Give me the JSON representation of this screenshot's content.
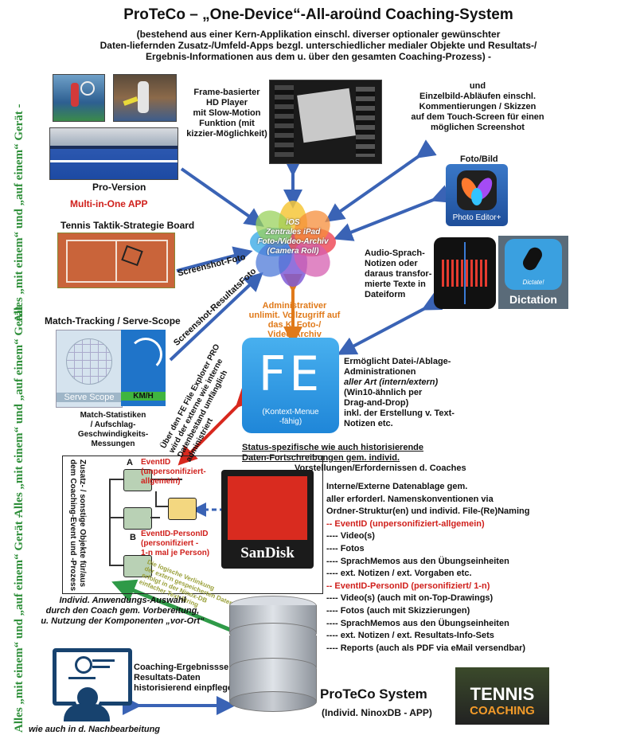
{
  "title": "ProTeCo – „One-Device“-All-aroünd Coaching-System",
  "subtitle": [
    "(bestehend aus einer Kern-Applikation einschl. diverser optionaler gewünschter",
    "Daten-liefernden Zusatz-/Umfeld-Apps bezgl. unterschiedlicher medialer Objekte und Resultats-/",
    "Ergebnis-Informationen aus dem u. über den gesamten Coaching-Prozess) -"
  ],
  "side_text": {
    "right": "Alles „mit einem“ und „auf einem“ Gerät",
    "left_top": "Alles „mit einem“ und „auf einem“ Gerät -",
    "left_bottom": "Alles „mit einem“ und „auf einem“ Gerät -"
  },
  "frame_player": [
    "Frame-basierter",
    "HD Player",
    "mit Slow-Motion",
    "Funktion (mit",
    "kizzier-Möglichkeit)"
  ],
  "single_frame": [
    "und",
    "Einzelbild-Abläufen einschl.",
    "Kommentierungen / Skizzen",
    "auf dem Touch-Screen für einen",
    "möglichen Screenshot"
  ],
  "pro_version": "Pro-Version",
  "multi_app": "Multi-in-One APP",
  "foto_bild": "Foto/Bild",
  "photo_editor": "Photo Editor+",
  "ipad_archive": [
    "iOS",
    "Zentrales iPad",
    "Foto-/Video-Archiv",
    "(Camera Roll)"
  ],
  "tactic_board": "Tennis Taktik-Strategie Board",
  "screenshot_foto": "Screenshot-Foto",
  "screenshot_results": "Screenshot-ResultatsFoto",
  "audio": [
    "Audio-Sprach-",
    "Notizen oder",
    "daraus transfor-",
    "mierte Texte in",
    "Dateiform"
  ],
  "dictation": "Dictation",
  "dictation_small": "Dictate!",
  "admin": [
    "Administrativer",
    "unlimit. Vollzugriff auf",
    "das KI Foto-/",
    "Video-Archiv"
  ],
  "match_tracking": "Match-Tracking / Serve-Scope",
  "serve_scope": "Serve Scope",
  "kmh": "KM/H",
  "match_stats": [
    "Match-Statistiken",
    "/ Aufschlag-",
    "Geschwindigkeits-",
    "Messungen"
  ],
  "fe_logo": "FE",
  "fe_caption": [
    "(Kontext-Menue",
    "-fähig)"
  ],
  "fe_explorer": [
    "Über den FE File Explorer PRO",
    "wird der externe wie interne",
    "Datenbestand umfänglich",
    "administriert"
  ],
  "fe_desc": [
    "Ermöglicht Datei-/Ablage-",
    "Administrationen",
    "aller Art (intern/extern)",
    "(Win10-ähnlich per",
    "Drag-and-Drop)",
    "inkl. der Erstellung v. Text-",
    "Notizen etc."
  ],
  "status": [
    "Status-spezifische wie auch historisierende",
    "Daten-Fortschreibungen gem. individ.",
    "Vorstellungen/Erfordernissen d. Coaches"
  ],
  "folder_side": [
    "Zusatz- / sonstige Objekte für/aus",
    "dem Coaching-Event und -Prozess"
  ],
  "letter_a": "A",
  "letter_b": "B",
  "event_a": [
    "EventID",
    "(unpersonifiziert-",
    "allgemein)"
  ],
  "event_b": [
    "EventID-PersonID",
    "(personifiziert -",
    "1-n  mal je Person)"
  ],
  "sandisk": "SanDisk",
  "logic_text": [
    "Die logische Verlinkung",
    "der extern gespeicherten Daten",
    "erfolgt in der Ninox-DB",
    "einfacher Text-String"
  ],
  "storage_list": [
    {
      "text": "Interne/Externe Datenablage gem.",
      "red": false
    },
    {
      "text": "aller erforderl. Namenskonventionen via",
      "red": false
    },
    {
      "text": "Ordner-Struktur(en) und individ. File-(Re)Naming",
      "red": false
    },
    {
      "text": "-- EventID (unpersonifiziert-allgemein)",
      "red": true
    },
    {
      "text": "---- Video(s)",
      "red": false
    },
    {
      "text": "---- Fotos",
      "red": false
    },
    {
      "text": "---- SprachMemos aus den Übungseinheiten",
      "red": false
    },
    {
      "text": "---- ext. Notizen / ext. Vorgaben etc.",
      "red": false
    },
    {
      "text": "-- EventID-PersonID (personifiziert/ 1-n)",
      "red": true
    },
    {
      "text": "---- Video(s)  (auch mit on-Top-Drawings)",
      "red": false
    },
    {
      "text": "---- Fotos (auch mit Skizzierungen)",
      "red": false
    },
    {
      "text": "---- SprachMemos  aus den Übungseinheiten",
      "red": false
    },
    {
      "text": "---- ext. Notizen / ext. Resultats-Info-Sets",
      "red": false
    },
    {
      "text": "---- Reports (auch als PDF via eMail versendbar)",
      "red": false
    }
  ],
  "individ": [
    "Individ. Anwendungs-Auswahl",
    "durch den Coach gem. Vorbereitung,",
    "u. Nutzung der Komponenten „vor-Ort“"
  ],
  "coaching_results": [
    "Coaching-Ergebnissse /",
    "Resultats-Daten",
    "historisierend einpflegen"
  ],
  "nachbearbeitung": "wie auch in d. Nachbearbeitung",
  "system_title": "ProTeCo System",
  "system_sub": "(Individ. NinoxDB - APP)",
  "book_tennis": "TENNIS",
  "book_coaching": "COACHING",
  "colors": {
    "arrow_blue": "#3a63b5",
    "arrow_green": "#2f9a48",
    "arrow_red": "#d8281e",
    "arrow_orange": "#e07a1a",
    "red_text": "#d0201c",
    "green_text": "#2f8f3a"
  }
}
